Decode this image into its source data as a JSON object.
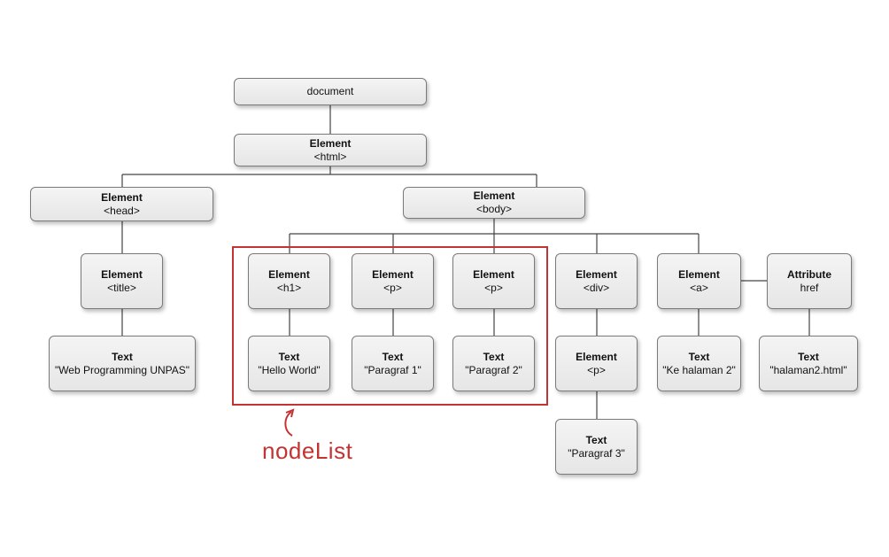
{
  "nodes": {
    "document": {
      "type": "",
      "value": "document"
    },
    "html": {
      "type": "Element",
      "value": "<html>"
    },
    "head": {
      "type": "Element",
      "value": "<head>"
    },
    "body": {
      "type": "Element",
      "value": "<body>"
    },
    "title": {
      "type": "Element",
      "value": "<title>"
    },
    "title_text": {
      "type": "Text",
      "value": "\"Web Programming UNPAS\""
    },
    "h1": {
      "type": "Element",
      "value": "<h1>"
    },
    "h1_text": {
      "type": "Text",
      "value": "\"Hello World\""
    },
    "p1": {
      "type": "Element",
      "value": "<p>"
    },
    "p1_text": {
      "type": "Text",
      "value": "\"Paragraf 1\""
    },
    "p2": {
      "type": "Element",
      "value": "<p>"
    },
    "p2_text": {
      "type": "Text",
      "value": "\"Paragraf 2\""
    },
    "div": {
      "type": "Element",
      "value": "<div>"
    },
    "div_p": {
      "type": "Element",
      "value": "<p>"
    },
    "div_p_text": {
      "type": "Text",
      "value": "\"Paragraf 3\""
    },
    "a": {
      "type": "Element",
      "value": "<a>"
    },
    "a_text": {
      "type": "Text",
      "value": "\"Ke halaman 2\""
    },
    "href": {
      "type": "Attribute",
      "value": "href"
    },
    "href_text": {
      "type": "Text",
      "value": "\"halaman2.html\""
    }
  },
  "nodelist": {
    "label": "nodeList",
    "color": "#c23434"
  },
  "colors": {
    "line": "#444444",
    "node_border": "#7a7a7a",
    "node_fill": "#eeeeee"
  }
}
